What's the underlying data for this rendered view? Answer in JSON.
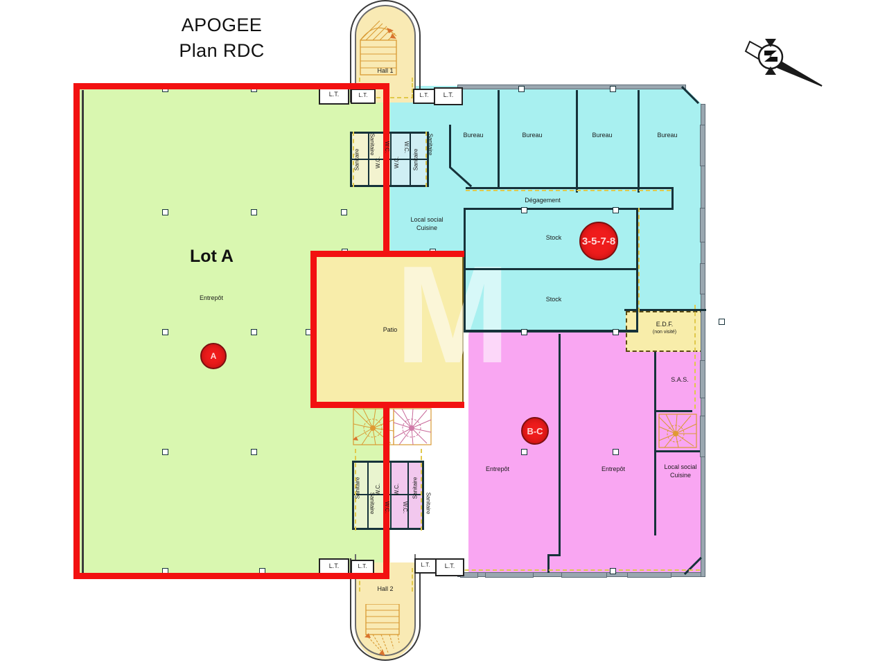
{
  "document": {
    "title_line1": "APOGEE",
    "title_line2": "Plan RDC"
  },
  "compass": {
    "name": "north-arrow",
    "letter": "N"
  },
  "lots": {
    "lot_a_label": "Lot A",
    "badges": [
      {
        "id": "badge-a",
        "text": "A"
      },
      {
        "id": "badge-bc",
        "text": "B-C"
      },
      {
        "id": "badge-3578",
        "text": "3-5-7-8"
      }
    ]
  },
  "rooms": {
    "hall_1": "Hall 1",
    "hall_2": "Hall 2",
    "entrepot_a": "Entrepôt",
    "entrepot_b": "Entrepôt",
    "entrepot_c": "Entrepôt",
    "patio": "Patio",
    "degagement": "Dégagement",
    "bureau_1": "Bureau",
    "bureau_2": "Bureau",
    "bureau_3": "Bureau",
    "bureau_4": "Bureau",
    "stock_1": "Stock",
    "stock_2": "Stock",
    "sas": "S.A.S.",
    "edf_line1": "E.D.F.",
    "edf_line2": "(non visité)",
    "local_social_line1": "Local social",
    "local_social_line2": "Cuisine",
    "local_social2_line1": "Local social",
    "local_social2_line2": "Cuisine"
  },
  "technical_rooms": {
    "lt_label": "L.T.",
    "lt_count": 8,
    "sanitaire": "Sanitaire",
    "wc": "W.C."
  },
  "watermark": {
    "text": "M"
  },
  "colors": {
    "lot_a_fill": "#d9f7b0",
    "offices_fill": "#a8f0f0",
    "warehouse_bc_fill": "#f9a6f2",
    "patio_fill": "#f8edaa",
    "hall_fill": "#f9eab4",
    "lot_outline": "#f21111",
    "badge_fill": "#ef1c1c",
    "wall": "#16323a",
    "door_swing": "#e08a2e"
  }
}
